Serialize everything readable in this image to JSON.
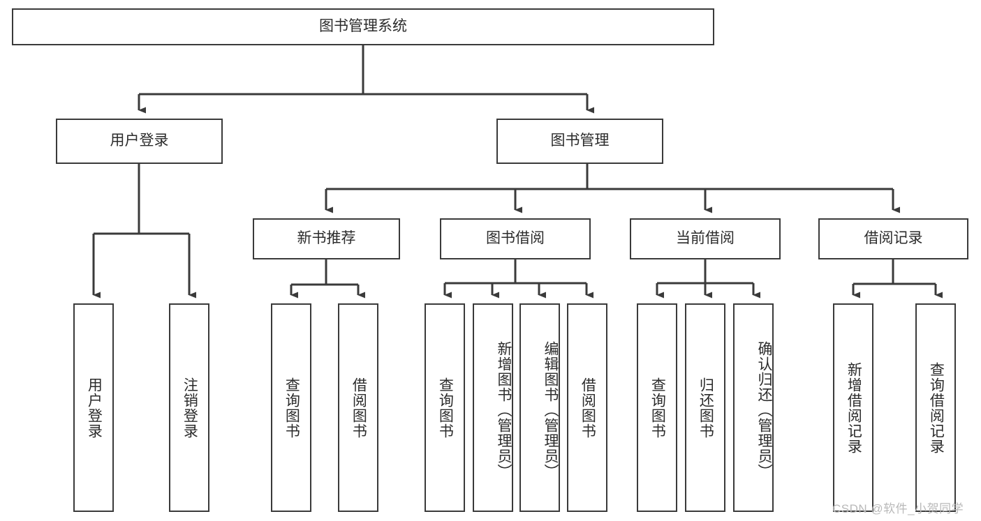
{
  "diagram": {
    "type": "hierarchy-tree",
    "title": "图书管理系统",
    "root": {
      "label": "图书管理系统"
    },
    "level2": [
      {
        "label": "用户登录"
      },
      {
        "label": "图书管理"
      }
    ],
    "level3": [
      {
        "label": "新书推荐"
      },
      {
        "label": "图书借阅"
      },
      {
        "label": "当前借阅"
      },
      {
        "label": "借阅记录"
      }
    ],
    "leaves": {
      "user_login": [
        {
          "label": "用户登录"
        },
        {
          "label": "注销登录"
        }
      ],
      "new_book_recommend": [
        {
          "label": "查询图书"
        },
        {
          "label": "借阅图书"
        }
      ],
      "book_borrow": [
        {
          "label": "查询图书"
        },
        {
          "label": "新增图书（管理员）"
        },
        {
          "label": "编辑图书（管理员）"
        },
        {
          "label": "借阅图书"
        }
      ],
      "current_borrow": [
        {
          "label": "查询图书"
        },
        {
          "label": "归还图书"
        },
        {
          "label": "确认归还（管理员）"
        }
      ],
      "borrow_record": [
        {
          "label": "新增借阅记录"
        },
        {
          "label": "查询借阅记录"
        }
      ]
    }
  },
  "watermark": {
    "text": "CSDN @软件_小贺同学"
  },
  "colors": {
    "stroke": "#3a3a3a",
    "text": "#2b2b2b",
    "background": "#ffffff",
    "watermark": "#b9b9b9"
  }
}
